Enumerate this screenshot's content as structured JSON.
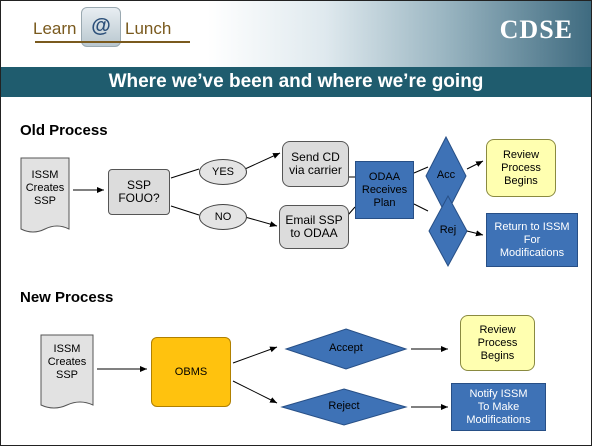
{
  "header": {
    "logo_learn": "Learn",
    "logo_at": "@",
    "logo_lunch": "Lunch",
    "brand": "CDSE"
  },
  "banner": {
    "title": "Where we’ve been and where we’re going"
  },
  "old_process": {
    "title": "Old Process",
    "issm_doc": "ISSM\nCreates\nSSP",
    "decision": "SSP\nFOUO?",
    "yes_label": "YES",
    "no_label": "NO",
    "send_cd": "Send CD\nvia carrier",
    "email_ssp": "Email SSP\nto ODAA",
    "odaa": "ODAA\nReceives\nPlan",
    "acc": "Acc",
    "rej": "Rej",
    "review": "Review\nProcess\nBegins",
    "return": "Return to ISSM\nFor\nModifications"
  },
  "new_process": {
    "title": "New Process",
    "issm_doc": "ISSM\nCreates\nSSP",
    "obms": "OBMS",
    "accept": "Accept",
    "reject": "Reject",
    "review": "Review\nProcess\nBegins",
    "notify": "Notify ISSM\nTo Make\nModifications"
  },
  "colors": {
    "banner": "#1f5c6e",
    "blue": "#3e72b6",
    "yellow": "#ffffb0",
    "orange": "#ffc20e",
    "gray": "#dcdcdc"
  }
}
